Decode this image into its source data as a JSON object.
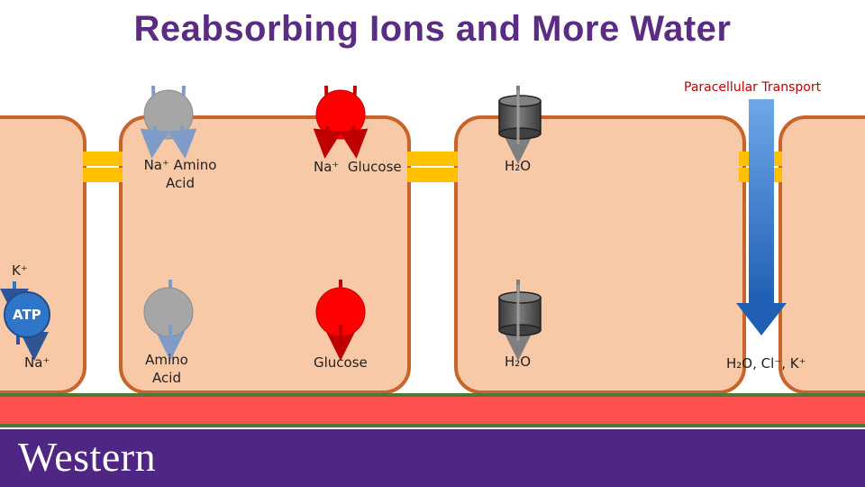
{
  "title": "Reabsorbing Ions and More Water",
  "paracellular_label": "Paracellular Transport",
  "apical_labels": {
    "amino": "Na⁺ Amino\nAcid",
    "glucose": "Na⁺  Glucose",
    "water": "H₂O"
  },
  "pump": {
    "k": "K⁺",
    "atp": "ATP",
    "na": "Na⁺"
  },
  "basal_labels": {
    "amino": "Amino\nAcid",
    "glucose": "Glucose",
    "water": "H₂O",
    "paracellular": "H₂O, Cl⁻, K⁺"
  },
  "footer": {
    "wordmark": "Western"
  },
  "colors": {
    "title": "#5b2d82",
    "cell_fill": "#f8c9a6",
    "cell_border": "#c8642a",
    "junction": "#ffc000",
    "glucose_carrier": "#ff0000",
    "amino_carrier": "#a6a6a6",
    "aquaporin": "#595959",
    "arrow_blue": "#2f75c8",
    "blood": "#ff5050",
    "footer": "#4f2683"
  }
}
